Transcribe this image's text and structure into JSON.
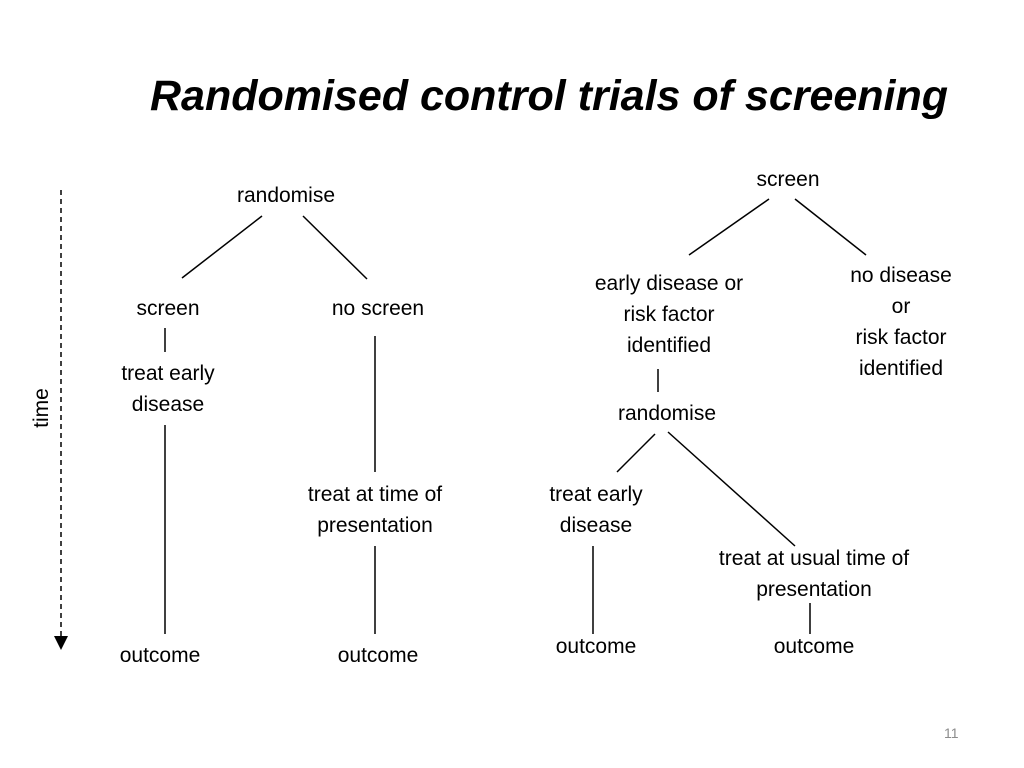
{
  "slide": {
    "title": "Randomised control trials of screening",
    "page_number": "11",
    "axis": {
      "label": "time"
    }
  },
  "left_diagram": {
    "randomise": "randomise",
    "screen": "screen",
    "no_screen": "no screen",
    "treat_early": "treat early\ndisease",
    "treat_presentation": "treat at time of\npresentation",
    "outcome_screen": "outcome",
    "outcome_no_screen": "outcome"
  },
  "right_diagram": {
    "screen": "screen",
    "early_disease": "early disease or\nrisk factor\nidentified",
    "no_disease": "no disease or\nrisk factor\nidentified",
    "randomise": "randomise",
    "treat_early": "treat early\ndisease",
    "treat_usual": "treat at usual time of\npresentation",
    "outcome_early": "outcome",
    "outcome_usual": "outcome"
  },
  "colors": {
    "text": "#000000",
    "line": "#000000",
    "page_number": "#8c8c8c"
  }
}
